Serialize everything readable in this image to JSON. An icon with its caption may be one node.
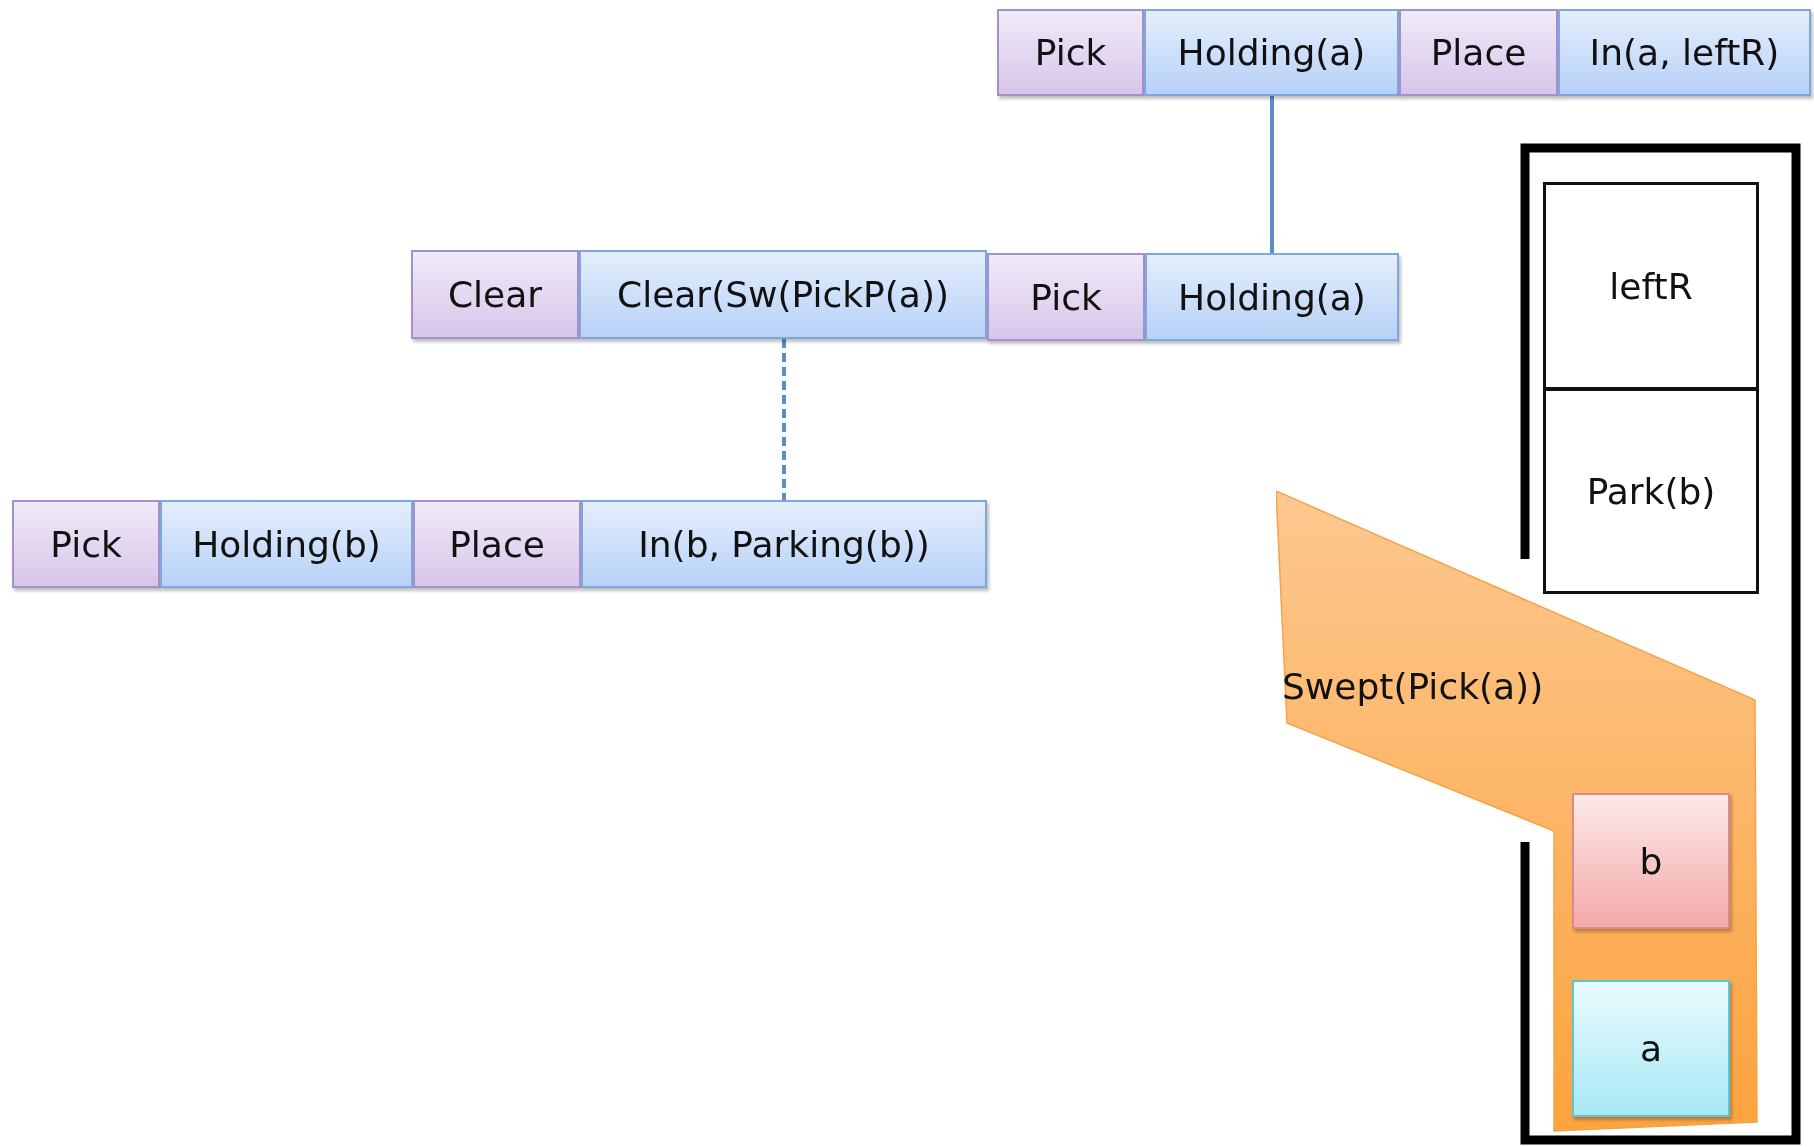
{
  "diagram": {
    "nodes": [
      {
        "text": [
          "Pick"
        ]
      },
      {
        "text": [
          "Holding(a)"
        ]
      },
      {
        "text": [
          "Place"
        ]
      },
      {
        "text": [
          "In(a, leftR)"
        ]
      },
      {
        "text": [
          "Clear"
        ]
      },
      {
        "text": [
          "Clear(Sw(PickP(a))"
        ]
      },
      {
        "text": [
          "Pick"
        ]
      },
      {
        "text": [
          "Holding(a)"
        ]
      },
      {
        "text": [
          "Pick"
        ]
      },
      {
        "text": [
          "Holding(b)"
        ]
      },
      {
        "text": [
          "Place"
        ]
      },
      {
        "text": [
          "In(b, Parking(b))"
        ]
      },
      {
        "text": [
          "leftR"
        ]
      },
      {
        "text": [
          "Park(b)"
        ]
      },
      {
        "text": [
          "Swept(Pick(a))"
        ]
      },
      {
        "text": [
          "b"
        ],
        "in": 14
      },
      {
        "text": [
          "a"
        ],
        "in": 14
      }
    ],
    "edges": [
      {
        "from": 1,
        "to": 7,
        "arrow": "none"
      },
      {
        "from": 5,
        "to": 11,
        "arrow": "none",
        "style": "dashed"
      }
    ]
  }
}
